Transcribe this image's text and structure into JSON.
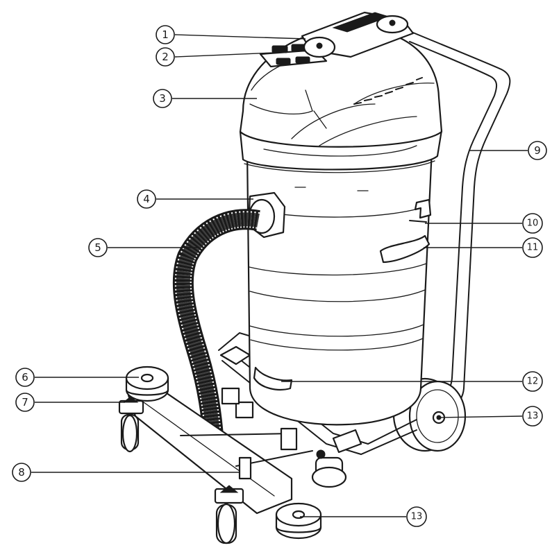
{
  "callouts": [
    {
      "id": "1",
      "label": "1"
    },
    {
      "id": "2",
      "label": "2"
    },
    {
      "id": "3",
      "label": "3"
    },
    {
      "id": "4",
      "label": "4"
    },
    {
      "id": "5",
      "label": "5"
    },
    {
      "id": "6",
      "label": "6"
    },
    {
      "id": "7",
      "label": "7"
    },
    {
      "id": "8",
      "label": "8"
    },
    {
      "id": "9",
      "label": "9"
    },
    {
      "id": "10",
      "label": "10"
    },
    {
      "id": "11",
      "label": "11"
    },
    {
      "id": "12",
      "label": "12"
    },
    {
      "id": "13a",
      "label": "13"
    },
    {
      "id": "13b",
      "label": "13"
    }
  ]
}
